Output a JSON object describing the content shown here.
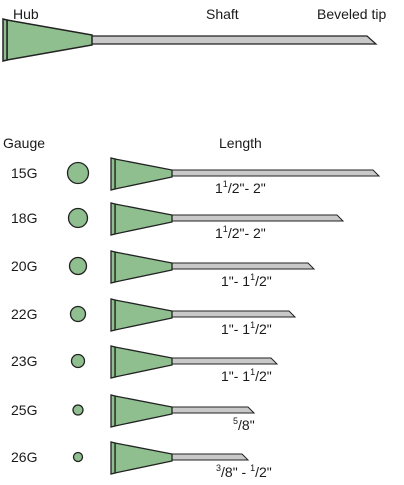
{
  "colors": {
    "hub_fill": "#8fbf8f",
    "hub_stroke": "#222222",
    "shaft_fill": "#c9c9c9",
    "shaft_stroke": "#222222"
  },
  "anatomy": {
    "hub_label": "Hub",
    "shaft_label": "Shaft",
    "tip_label": "Beveled tip"
  },
  "headers": {
    "gauge": "Gauge",
    "length": "Length"
  },
  "needles": [
    {
      "gauge": "15G",
      "length": [
        {
          "t": "1"
        },
        {
          "t": "1",
          "sup": true
        },
        {
          "t": "/2\"- 2\""
        }
      ]
    },
    {
      "gauge": "18G",
      "length": [
        {
          "t": "1"
        },
        {
          "t": "1",
          "sup": true
        },
        {
          "t": "/2\"- 2\""
        }
      ]
    },
    {
      "gauge": "20G",
      "length": [
        {
          "t": "1\"- 1"
        },
        {
          "t": "1",
          "sup": true
        },
        {
          "t": "/2\""
        }
      ]
    },
    {
      "gauge": "22G",
      "length": [
        {
          "t": "1\"- 1"
        },
        {
          "t": "1",
          "sup": true
        },
        {
          "t": "/2\""
        }
      ]
    },
    {
      "gauge": "23G",
      "length": [
        {
          "t": "1\"- 1"
        },
        {
          "t": "1",
          "sup": true
        },
        {
          "t": "/2\""
        }
      ]
    },
    {
      "gauge": "25G",
      "length": [
        {
          "t": "5",
          "sup": true
        },
        {
          "t": "/8\""
        }
      ]
    },
    {
      "gauge": "26G",
      "length": [
        {
          "t": "3",
          "sup": true
        },
        {
          "t": "/8\" - "
        },
        {
          "t": "1",
          "sup": true
        },
        {
          "t": "/2\""
        }
      ]
    }
  ]
}
